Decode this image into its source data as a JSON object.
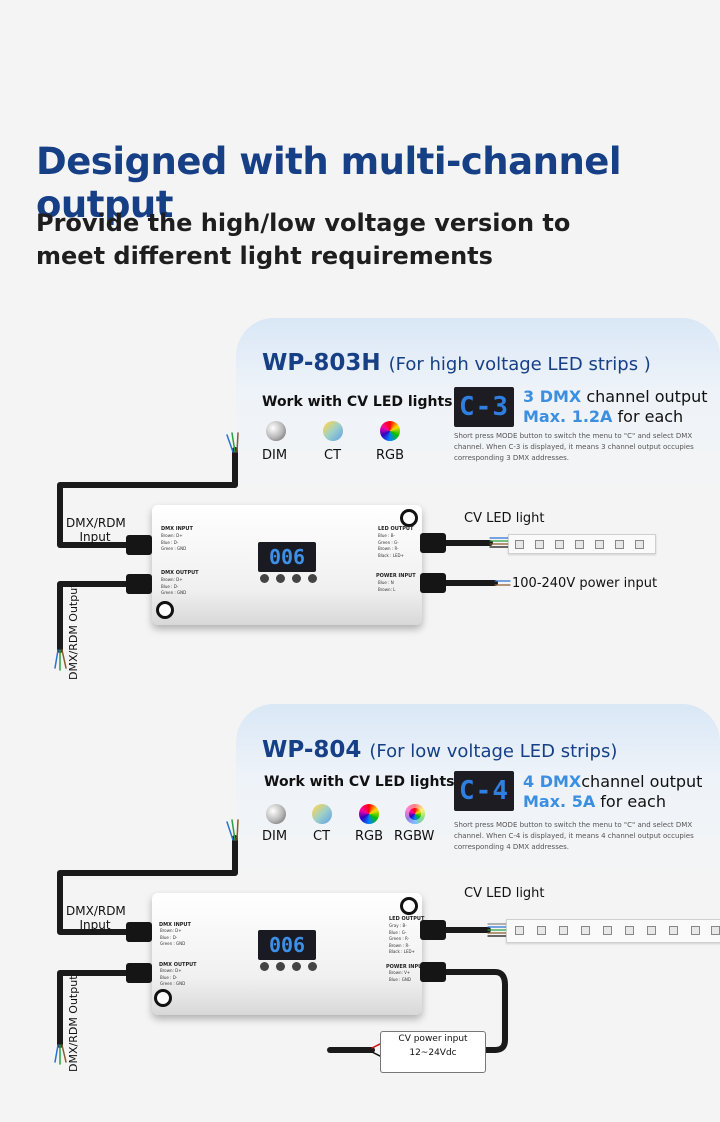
{
  "header": {
    "title": "Designed with multi-channel output",
    "subtitle_line1": "Provide the high/low voltage version to",
    "subtitle_line2": "meet different light requirements"
  },
  "panels": [
    {
      "model": "WP-803H",
      "note": "(For high voltage LED strips )",
      "work_label": "Work with CV LED lights",
      "modes": [
        "DIM",
        "CT",
        "RGB"
      ],
      "display_menu": "C-3",
      "channel_count": "3 DMX",
      "channel_text": "channel output",
      "max_current": "Max. 1.2A",
      "for_each": "for each",
      "description": "Short press MODE button to switch the menu to \"C\" and select DMX channel. When C-3 is displayed, it means 3 channel output occupies corresponding 3 DMX addresses.",
      "device": {
        "display_value": "006",
        "dmx_input_label": "DMX INPUT",
        "dmx_input_pins": [
          "Brown: D+",
          "Blue : D-",
          "Green : GND"
        ],
        "dmx_output_label": "DMX OUTPUT",
        "dmx_output_pins": [
          "Brown: D+",
          "Blue : D-",
          "Green : GND"
        ],
        "led_output_label": "LED OUTPUT",
        "led_output_pins": [
          "Blue : B-",
          "Green : G-",
          "Brown : R-",
          "Black : LED+"
        ],
        "power_input_label": "POWER INPUT",
        "power_input_pins": [
          "Blue : N",
          "Brown: L"
        ]
      },
      "dmx_in_label": "DMX/RDM Input",
      "dmx_out_label": "DMX/RDM Output",
      "cv_led_label": "CV LED light",
      "power_label": "100-240V power input"
    },
    {
      "model": "WP-804",
      "note": "(For low voltage LED strips)",
      "work_label": "Work with CV LED lights",
      "modes": [
        "DIM",
        "CT",
        "RGB",
        "RGBW"
      ],
      "display_menu": "C-4",
      "channel_count": "4 DMX",
      "channel_text": "channel output",
      "max_current": "Max. 5A",
      "for_each": "for each",
      "description": "Short press MODE button to switch the menu to \"C\" and select DMX channel. When C-4 is displayed, it means 4 channel output occupies corresponding 4 DMX addresses.",
      "device": {
        "display_value": "006",
        "dmx_input_label": "DMX INPUT",
        "dmx_input_pins": [
          "Brown: D+",
          "Blue : D-",
          "Green : GND"
        ],
        "dmx_output_label": "DMX OUTPUT",
        "dmx_output_pins": [
          "Brown: D+",
          "Blue : D-",
          "Green : GND"
        ],
        "led_output_label": "LED OUTPUT",
        "led_output_pins": [
          "Gray : B-",
          "Blue : G-",
          "Green : R-",
          "Brown : R-",
          "Black : LED+"
        ],
        "power_input_label": "POWER INPUT",
        "power_input_pins": [
          "Brown: V+",
          "Blue : GND"
        ]
      },
      "dmx_in_label": "DMX/RDM Input",
      "dmx_out_label": "DMX/RDM Output",
      "cv_led_label": "CV LED light",
      "psu_line1": "CV power input",
      "psu_line2": "12~24Vdc"
    }
  ]
}
